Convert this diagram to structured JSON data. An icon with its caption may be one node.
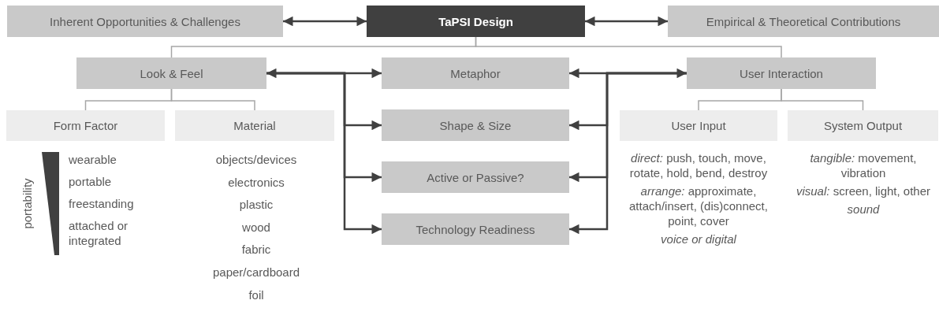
{
  "diagram": {
    "nodes": [
      {
        "text": [
          "Inherent Opportunities & Challenges"
        ]
      },
      {
        "text": [
          "TaPSI Design"
        ]
      },
      {
        "text": [
          "Empirical & Theoretical Contributions"
        ]
      },
      {
        "text": [
          "Look & Feel"
        ]
      },
      {
        "text": [
          "Metaphor"
        ]
      },
      {
        "text": [
          "User Interaction"
        ]
      },
      {
        "text": [
          "Form Factor"
        ],
        "beside": [
          "wearable",
          "portable",
          "freestanding",
          "attached or integrated"
        ]
      },
      {
        "text": [
          "Material"
        ],
        "beside": [
          "objects/devices",
          "electronics",
          "plastic",
          "wood",
          "fabric",
          "paper/cardboard",
          "foil"
        ]
      },
      {
        "text": [
          "Shape & Size"
        ]
      },
      {
        "text": [
          "Active or Passive?"
        ]
      },
      {
        "text": [
          "Technology Readiness"
        ]
      },
      {
        "text": [
          "User Input"
        ],
        "beside": [
          "*direct:* push, touch, move, rotate, hold, bend, destroy",
          "*arrange:* approximate, attach/insert, (dis)connect, point, cover",
          "voice or digital"
        ]
      },
      {
        "text": [
          "System Output"
        ],
        "beside": [
          "*tangible:* movement, vibration",
          "*visual:* screen, light, other",
          "sound"
        ]
      }
    ],
    "edges": [
      {
        "from": 0,
        "to": 1,
        "arrow": "both"
      },
      {
        "from": 1,
        "to": 2,
        "arrow": "both"
      },
      {
        "from": 3,
        "to": 4,
        "arrow": "both"
      },
      {
        "from": 4,
        "to": 5,
        "arrow": "both"
      },
      {
        "from": 3,
        "to": 8,
        "arrow": "to"
      },
      {
        "from": 3,
        "to": 9,
        "arrow": "to"
      },
      {
        "from": 3,
        "to": 10,
        "arrow": "to"
      },
      {
        "from": 5,
        "to": 8,
        "arrow": "to"
      },
      {
        "from": 5,
        "to": 9,
        "arrow": "to"
      },
      {
        "from": 5,
        "to": 10,
        "arrow": "to"
      },
      {
        "from": 1,
        "to": 3,
        "arrow": "none",
        "color": "#a6a6a6"
      },
      {
        "from": 1,
        "to": 5,
        "arrow": "none",
        "color": "#a6a6a6"
      },
      {
        "from": 3,
        "to": 6,
        "arrow": "none",
        "color": "#a6a6a6"
      },
      {
        "from": 3,
        "to": 7,
        "arrow": "none",
        "color": "#a6a6a6"
      },
      {
        "from": 5,
        "to": 11,
        "arrow": "none",
        "color": "#a6a6a6"
      },
      {
        "from": 5,
        "to": 12,
        "arrow": "none",
        "color": "#a6a6a6"
      }
    ],
    "labels": [
      "portability"
    ]
  }
}
